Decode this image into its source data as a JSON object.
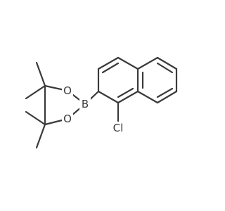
{
  "structure": {
    "atoms": {
      "oxygen_top": "O",
      "oxygen_bottom": "O",
      "boron": "B",
      "chlorine": "Cl"
    },
    "colors": {
      "bond": "#3a3a3a",
      "background": "#ffffff"
    }
  }
}
